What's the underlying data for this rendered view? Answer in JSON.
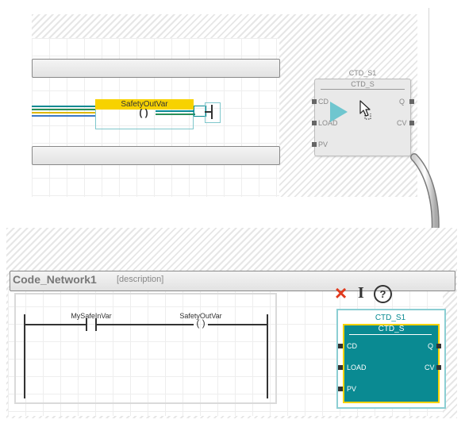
{
  "top_editor": {
    "coil_variable": "SafetyOutVar",
    "coil_symbol": "( )"
  },
  "toolbox_block": {
    "instance_name": "CTD_S1",
    "type_name": "CTD_S",
    "inputs": [
      "CD",
      "LOAD",
      "PV"
    ],
    "outputs": [
      "Q",
      "CV"
    ]
  },
  "network": {
    "title": "Code_Network1",
    "description": "[description]",
    "contact_variable": "MySafeInVar",
    "coil_variable": "SafetyOutVar",
    "coil_symbol": "( )"
  },
  "placed_block": {
    "instance_name": "CTD_S1",
    "type_name": "CTD_S",
    "inputs": [
      "CD",
      "LOAD",
      "PV"
    ],
    "outputs": [
      "Q",
      "CV"
    ]
  },
  "toolbar": {
    "delete_icon": "×",
    "cursor_icon": "I",
    "help_icon": "?"
  },
  "colors": {
    "teal": "#0a8a92",
    "highlight": "#f7d200",
    "delete_red": "#e03a1e",
    "wire_green": "#2a8f5a"
  }
}
